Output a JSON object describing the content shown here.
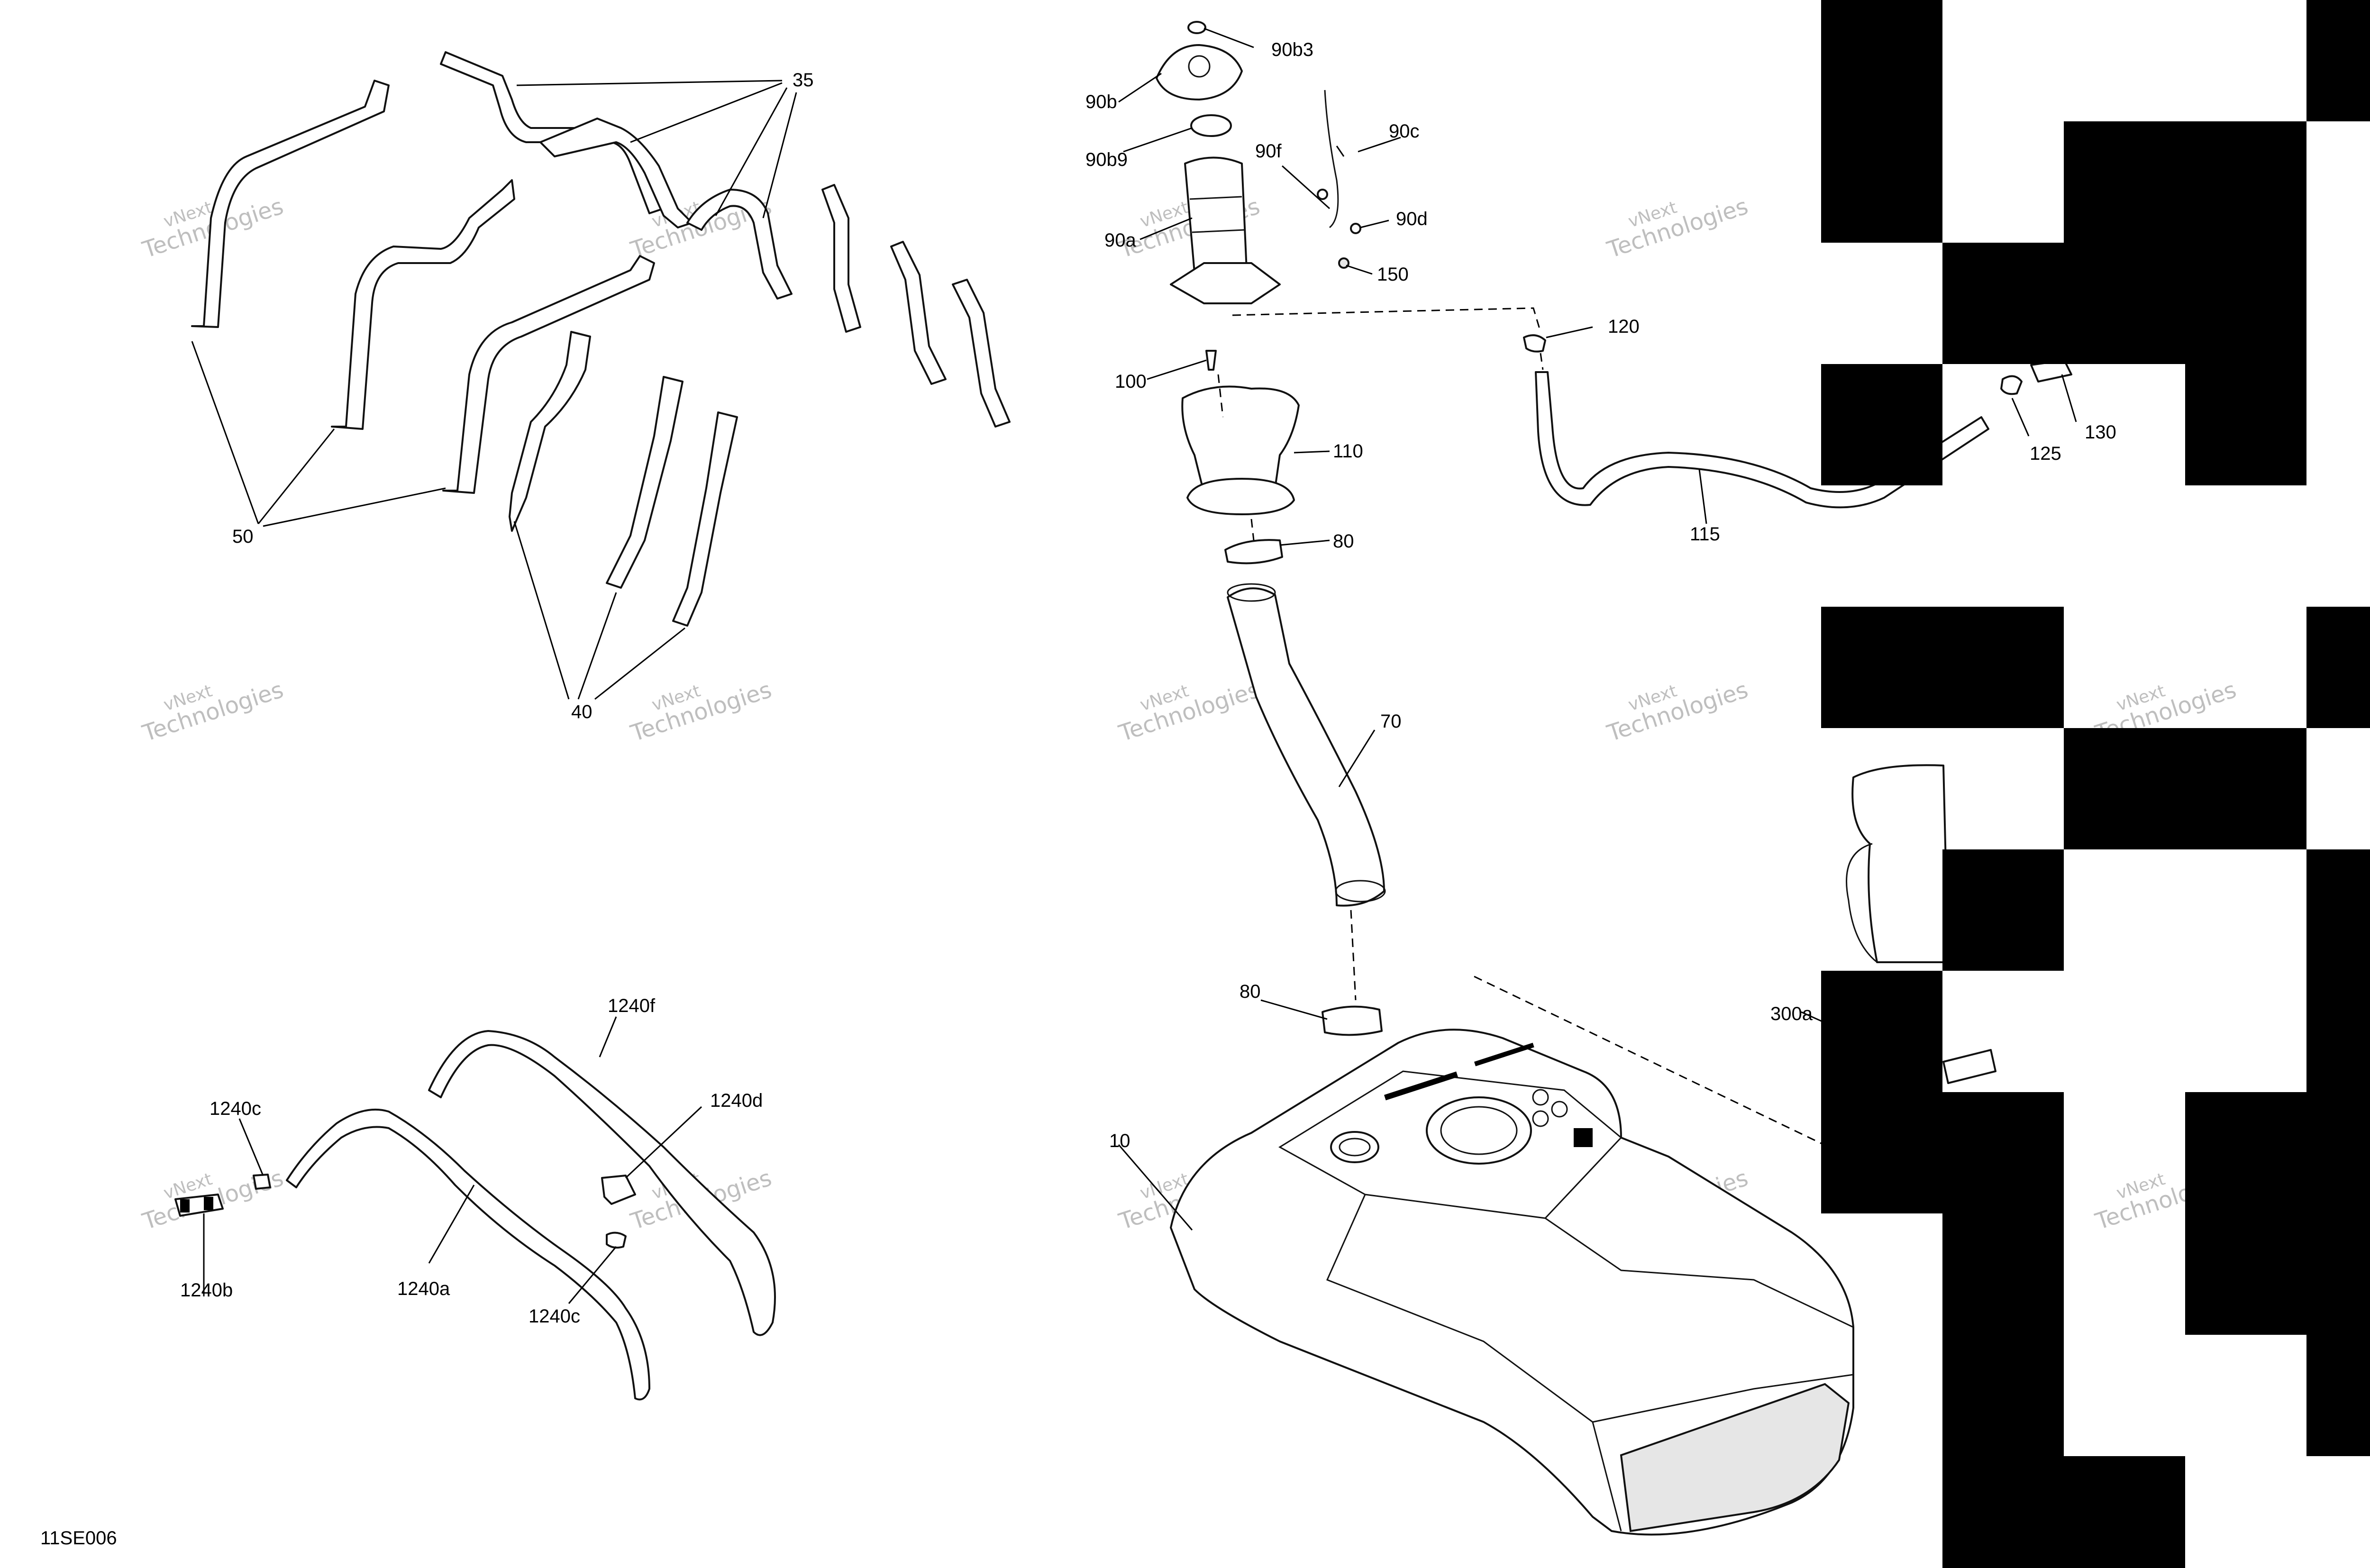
{
  "diagram_code": "11SE006",
  "watermark": {
    "line1": "vNext",
    "line2": "Technologies"
  },
  "callouts": {
    "c35": "35",
    "c50": "50",
    "c40": "40",
    "c90b3": "90b3",
    "c90b": "90b",
    "c90b9": "90b9",
    "c90c": "90c",
    "c90f": "90f",
    "c90d": "90d",
    "c90a": "90a",
    "c150": "150",
    "c120": "120",
    "c100": "100",
    "c110": "110",
    "c125": "125",
    "c130": "130",
    "c80a": "80",
    "c115": "115",
    "c70": "70",
    "c80b": "80",
    "c300a": "300a",
    "c10": "10",
    "c1240f": "1240f",
    "c1240d": "1240d",
    "c1240c_a": "1240c",
    "c1240a": "1240a",
    "c1240b": "1240b",
    "c1240c_b": "1240c"
  },
  "colors": {
    "ink": "#000000",
    "watermark": "#8a8a8a",
    "background": "#ffffff",
    "mask": "#000000"
  }
}
